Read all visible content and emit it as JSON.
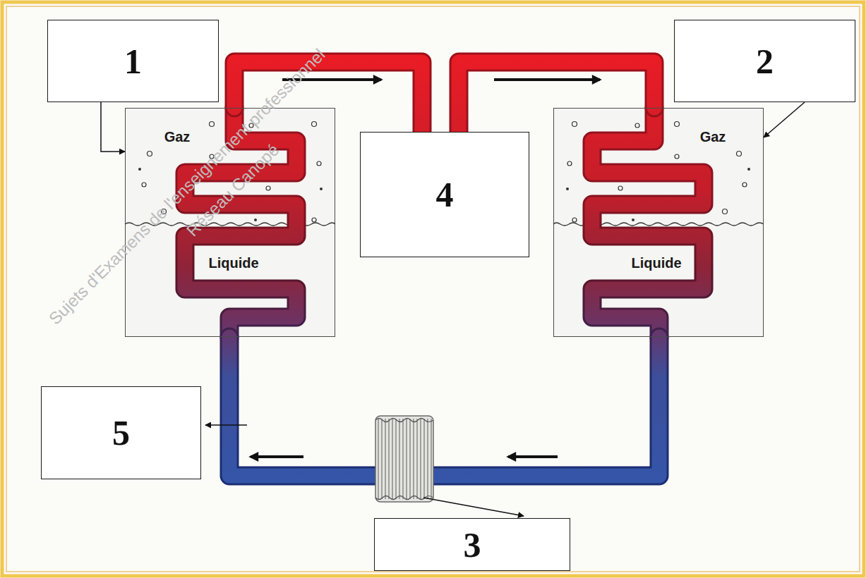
{
  "diagram": {
    "nodes": [
      {
        "text": [
          "1"
        ]
      },
      {
        "text": [
          "2"
        ]
      },
      {
        "text": [
          "Gaz",
          "Liquide"
        ]
      },
      {
        "text": [
          "4"
        ]
      },
      {
        "text": [
          "Gaz",
          "Liquide"
        ]
      },
      {
        "text": [
          "5"
        ]
      },
      {
        "text": [
          "3"
        ]
      }
    ],
    "edges": [
      {
        "from": 0,
        "to": 2,
        "arrow": "to"
      },
      {
        "from": 1,
        "to": 4,
        "arrow": "to"
      },
      {
        "from": 2,
        "to": 3,
        "arrow": "to"
      },
      {
        "from": 3,
        "to": 4,
        "arrow": "to"
      },
      {
        "from": 4,
        "to": 2,
        "arrow": "to"
      }
    ],
    "labels": [
      "Sujets d'Examens de l'enseignement professionnel",
      "Réseau Canopé"
    ]
  }
}
